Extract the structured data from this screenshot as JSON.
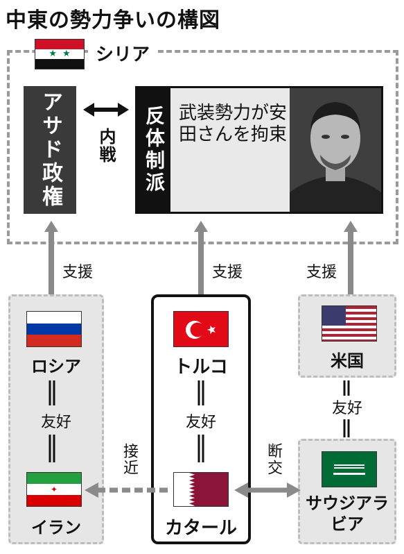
{
  "title": "中東の勢力争いの構図",
  "syria": {
    "label": "シリア"
  },
  "assad": {
    "label": "アサド政権"
  },
  "civil_war": {
    "label": "内戦"
  },
  "rebels": {
    "label": "反体制派",
    "caption": "武装勢力が安田さんを拘束"
  },
  "relations": {
    "support_left": "支援",
    "support_center": "支援",
    "support_right": "支援",
    "friendly_left": "友好",
    "friendly_center": "友好",
    "friendly_right": "友好",
    "approach": "接近",
    "cut_ties": "断交"
  },
  "countries": {
    "russia": "ロシア",
    "turkey": "トルコ",
    "usa": "米国",
    "iran": "イラン",
    "qatar": "カタール",
    "saudi": "サウジアラビア"
  },
  "colors": {
    "dark_box": "#3a3a3a",
    "panel_gray": "#e6e6e6",
    "arrow_gray": "#8a8a8a",
    "syria_red": "#ce1126",
    "syria_green": "#007a3d",
    "turkey_red": "#e30a17",
    "qatar_maroon": "#8a1538",
    "saudi_green": "#006c35",
    "iran_green": "#239f40",
    "iran_red": "#da0000",
    "russia_blue": "#0039a6",
    "russia_red": "#d52b1e",
    "usa_blue": "#3c3b6e",
    "usa_red": "#b22234"
  }
}
